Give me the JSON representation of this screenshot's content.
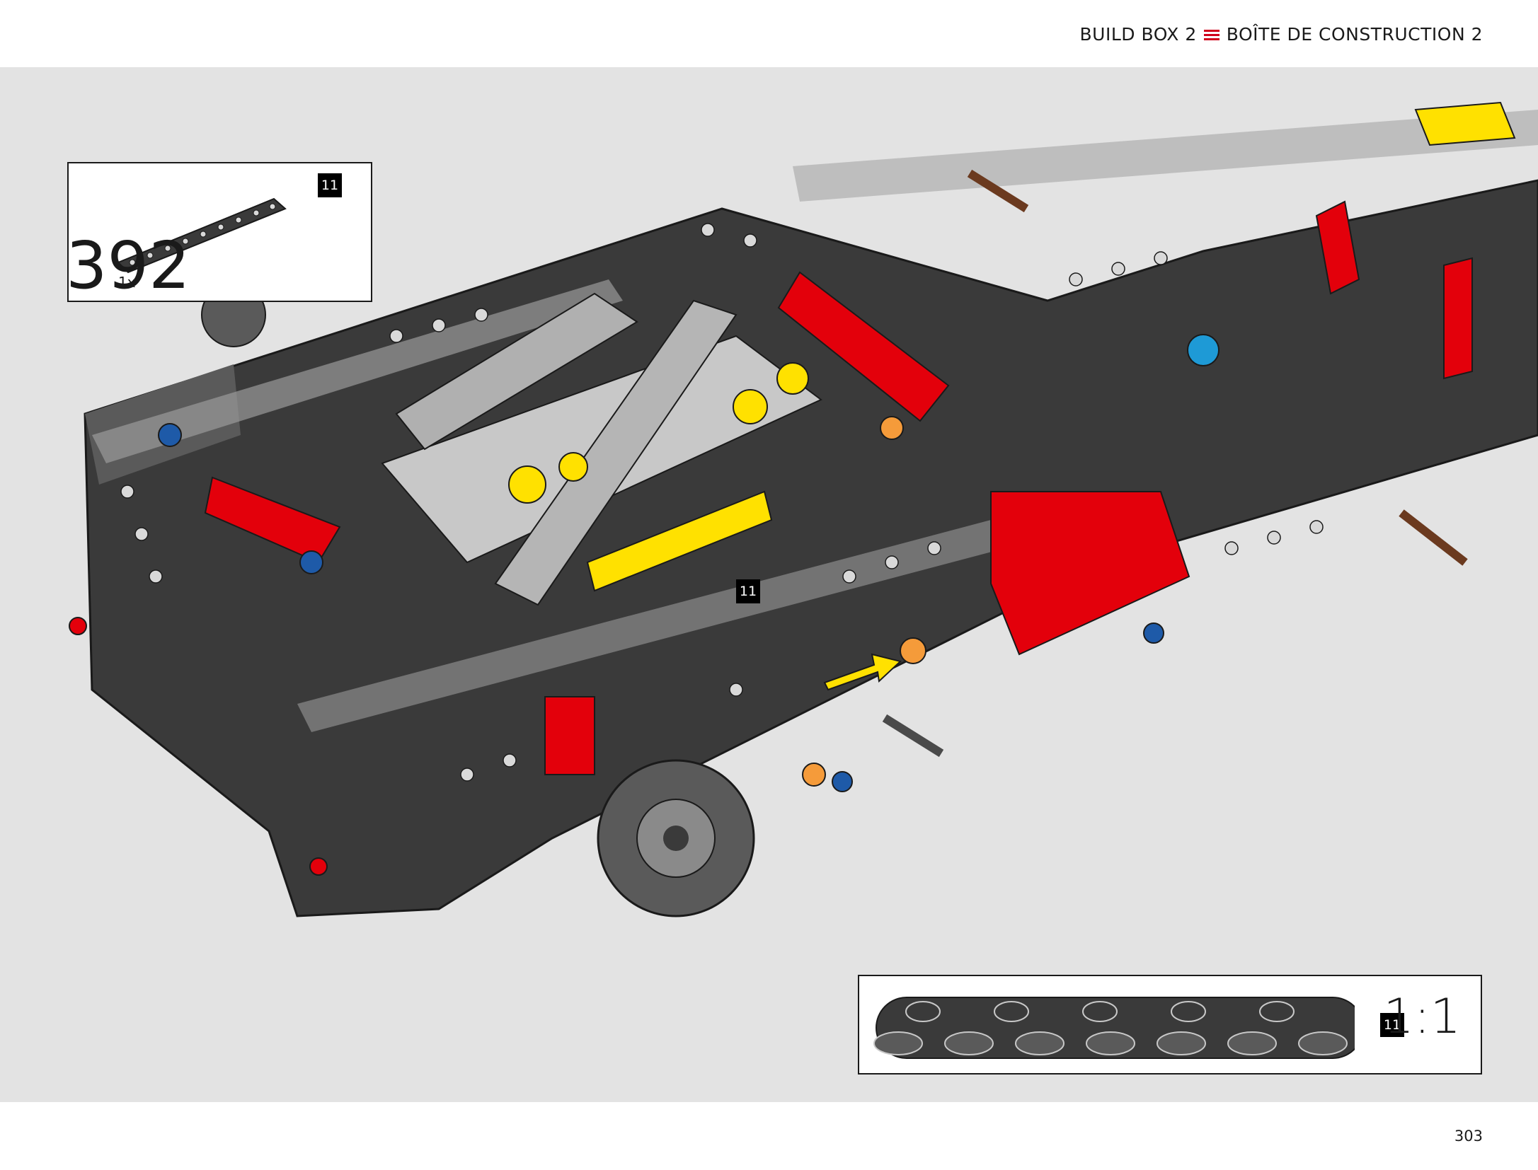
{
  "header": {
    "title_en": "BUILD BOX 2",
    "title_fr": "BOÎTE DE CONSTRUCTION 2"
  },
  "parts_list": {
    "part_length_badge": "11",
    "quantity": "1x"
  },
  "step": {
    "number": "392",
    "callout_badge": "11"
  },
  "scale_reference": {
    "part_length_badge": "11",
    "scale": "1:1"
  },
  "footer": {
    "page_number": "303"
  },
  "colors": {
    "frame_dark": "#3a3a3a",
    "frame_light": "#bdbdbd",
    "accent_red": "#e3000b",
    "accent_yellow": "#ffe100",
    "accent_blue": "#1e5aa8",
    "accent_orange": "#f59b3a",
    "background": "#e3e3e3"
  }
}
